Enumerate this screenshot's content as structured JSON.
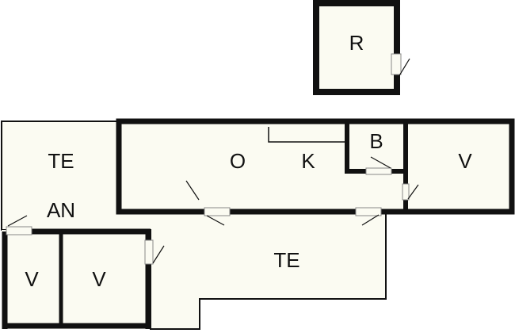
{
  "colors": {
    "floor": "#fbfbf2",
    "wall": "#111111",
    "background": "#ffffff"
  },
  "labels": {
    "r": "R",
    "te_left": "TE",
    "o": "O",
    "k": "K",
    "b": "B",
    "v_right": "V",
    "an": "AN",
    "te_bottom": "TE",
    "v_bottom_left": "V",
    "v_bottom_mid": "V"
  }
}
